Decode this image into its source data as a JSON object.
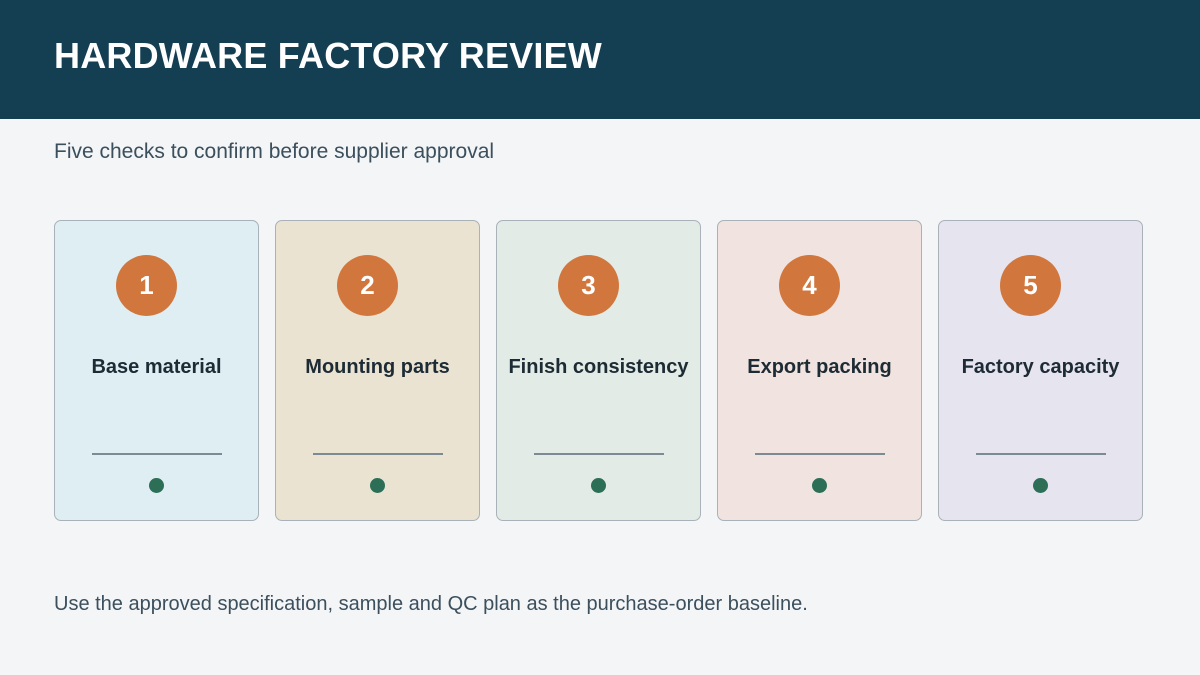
{
  "header": {
    "title": "HARDWARE FACTORY REVIEW",
    "background_color": "#143f53"
  },
  "subtitle": "Five checks to confirm before supplier approval",
  "cards": [
    {
      "number": "1",
      "label": "Base material",
      "color": "#dfeef2"
    },
    {
      "number": "2",
      "label": "Mounting parts",
      "color": "#eae3d2"
    },
    {
      "number": "3",
      "label": "Finish consistency",
      "color": "#e2ebe5"
    },
    {
      "number": "4",
      "label": "Export packing",
      "color": "#f1e3e0"
    },
    {
      "number": "5",
      "label": "Factory capacity",
      "color": "#e6e4ef"
    }
  ],
  "badge_color": "#d1763d",
  "status_dot_color": "#2c6e56",
  "footer": "Use the approved specification, sample and QC plan as the purchase-order baseline."
}
